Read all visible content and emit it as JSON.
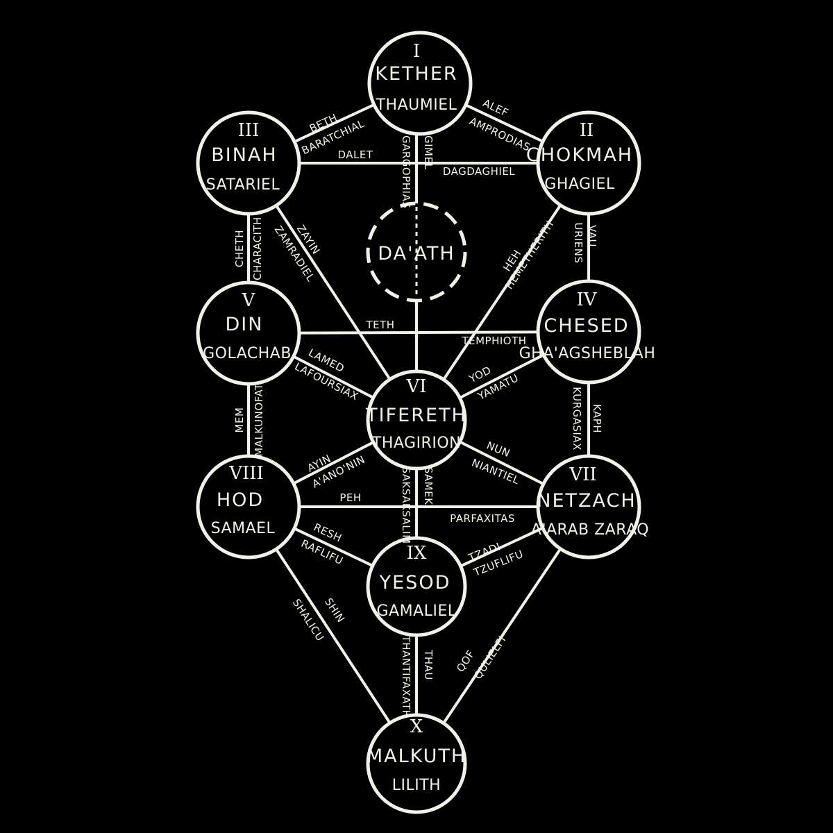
{
  "sephiroth": {
    "kether": {
      "numeral": "I",
      "name": "KETHER",
      "qliphah": "THAUMIEL"
    },
    "chokmah": {
      "numeral": "II",
      "name": "CHOKMAH",
      "qliphah": "GHAGIEL"
    },
    "binah": {
      "numeral": "III",
      "name": "BINAH",
      "qliphah": "SATARIEL"
    },
    "daath": {
      "name": "DA'ATH"
    },
    "chesed": {
      "numeral": "IV",
      "name": "CHESED",
      "qliphah": "GHA'AGSHEBLAH"
    },
    "din": {
      "numeral": "V",
      "name": "DIN",
      "qliphah": "GOLACHAB"
    },
    "tifereth": {
      "numeral": "VI",
      "name": "TIFERETH",
      "qliphah": "THAGIRION"
    },
    "netzach": {
      "numeral": "VII",
      "name": "NETZACH",
      "qliphah": "A'ARAB ZARAQ"
    },
    "hod": {
      "numeral": "VIII",
      "name": "HOD",
      "qliphah": "SAMAEL"
    },
    "yesod": {
      "numeral": "IX",
      "name": "YESOD",
      "qliphah": "GAMALIEL"
    },
    "malkuth": {
      "numeral": "X",
      "name": "MALKUTH",
      "qliphah": "LILITH"
    }
  },
  "paths": {
    "beth": {
      "letter": "BETH",
      "tunnel": "BARATCHIAL"
    },
    "alef": {
      "letter": "ALEF",
      "tunnel": "AMPRODIAS"
    },
    "dalet": {
      "letter": "DALET",
      "tunnel": "DAGDAGHIEL"
    },
    "gimel": {
      "letter": "GIMEL",
      "tunnel": "GARGOPHIAS"
    },
    "cheth": {
      "letter": "CHETH",
      "tunnel": "CHARACITH"
    },
    "zayin": {
      "letter": "ZAYIN",
      "tunnel": "ZAMRADIEL"
    },
    "vau": {
      "letter": "VAU",
      "tunnel": "URIENS"
    },
    "heh": {
      "letter": "HEH",
      "tunnel": "HEMETHERITH"
    },
    "teth": {
      "letter": "TETH",
      "tunnel": "TEMPHIOTH"
    },
    "lamed": {
      "letter": "LAMED",
      "tunnel": "LAFOURSIAX"
    },
    "yod": {
      "letter": "YOD",
      "tunnel": "YAMATU"
    },
    "mem": {
      "letter": "MEM",
      "tunnel": "MALKUNOFAT"
    },
    "kaph": {
      "letter": "KAPH",
      "tunnel": "KURGASIAX"
    },
    "ayin": {
      "letter": "AYIN",
      "tunnel": "A'ANO'NIN"
    },
    "nun": {
      "letter": "NUN",
      "tunnel": "NIANTIEL"
    },
    "peh": {
      "letter": "PEH",
      "tunnel": "PARFAXITAS"
    },
    "samek": {
      "letter": "SAMEK",
      "tunnel": "SAKSAKSALIM"
    },
    "resh": {
      "letter": "RESH",
      "tunnel": "RAFLIFU"
    },
    "tzadi": {
      "letter": "TZADI",
      "tunnel": "TZUFLIFU"
    },
    "shin": {
      "letter": "SHIN",
      "tunnel": "SHALICU"
    },
    "thau": {
      "letter": "THAU",
      "tunnel": "THANTIFAXATH"
    },
    "qof": {
      "letter": "QOF",
      "tunnel": "QULIELFI"
    }
  }
}
